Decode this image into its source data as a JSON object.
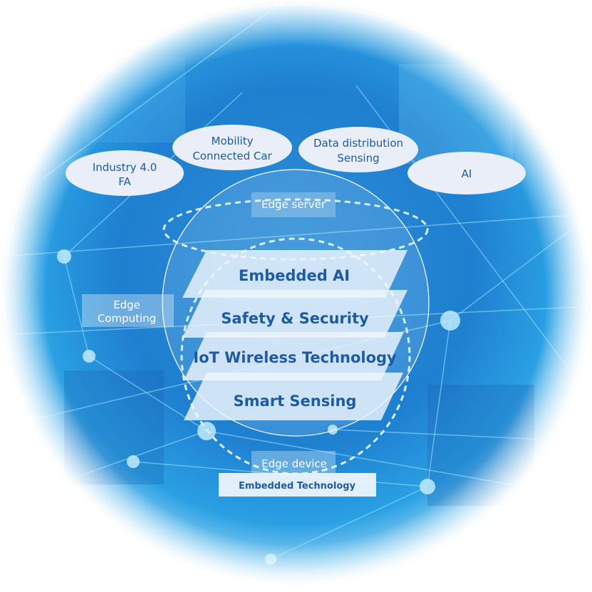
{
  "colors": {
    "text_dark": "#1f5aa6",
    "sky": "#29a3e0",
    "deep": "#1565c0"
  },
  "applications": [
    {
      "lines": [
        "Industry 4.0",
        "FA"
      ]
    },
    {
      "lines": [
        "Mobility",
        "Connected Car"
      ]
    },
    {
      "lines": [
        "Data distribution",
        "Sensing"
      ]
    },
    {
      "lines": [
        "AI"
      ]
    }
  ],
  "labels": {
    "edge_server": "Edge server",
    "edge_computing": [
      "Edge",
      "Computing"
    ],
    "edge_device": "Edge device",
    "embedded_technology": "Embedded Technology"
  },
  "layers": [
    "Embedded AI",
    "Safety & Security",
    "IoT Wireless Technology",
    "Smart Sensing"
  ]
}
